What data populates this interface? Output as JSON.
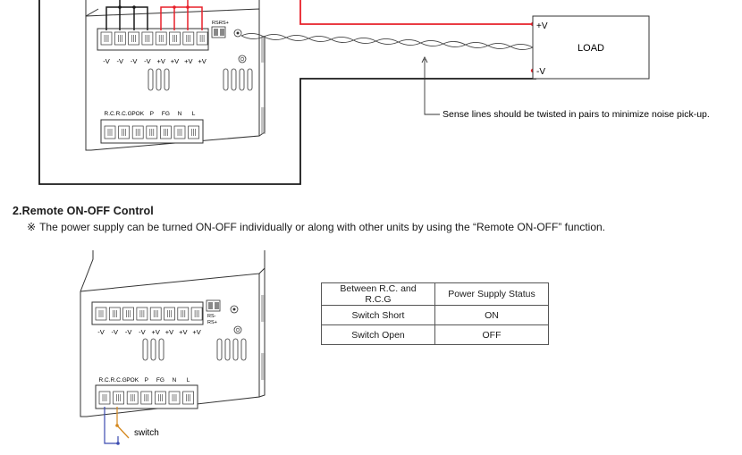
{
  "top_diagram": {
    "terminal_labels": [
      "-V",
      "-V",
      "-V",
      "-V",
      "+V",
      "+V",
      "+V",
      "+V"
    ],
    "sense_labels": [
      "RS-",
      "RS+"
    ],
    "input_terminal_labels": [
      "R.C.",
      "R.C.G",
      "POK",
      "P",
      "FG",
      "N",
      "L"
    ],
    "load_label": "LOAD",
    "load_pos_label": "+V",
    "load_neg_label": "-V",
    "sense_note": "Sense lines should be twisted in pairs to minimize noise pick-up.",
    "colors": {
      "pos_wire": "#e8202a",
      "neg_wire": "#1a1a1a",
      "outline": "#333333"
    }
  },
  "section": {
    "title": "2.Remote ON-OFF Control",
    "mark": "※",
    "description": "The power supply can be turned ON-OFF individually or along with other units by using the “Remote ON-OFF” function."
  },
  "bottom_diagram": {
    "terminal_labels": [
      "-V",
      "-V",
      "-V",
      "-V",
      "+V",
      "+V",
      "+V",
      "+V"
    ],
    "sense_labels": [
      "RS-",
      "RS+"
    ],
    "input_terminal_labels": [
      "R.C.",
      "R.C.G",
      "POK",
      "P",
      "FG",
      "N",
      "L"
    ],
    "switch_label": "switch",
    "colors": {
      "switch_wire": "#d4881e",
      "rc_wire": "#3b4bb0"
    }
  },
  "table": {
    "headers": [
      "Between R.C. and R.C.G",
      "Power Supply Status"
    ],
    "rows": [
      [
        "Switch Short",
        "ON"
      ],
      [
        "Switch Open",
        "OFF"
      ]
    ]
  }
}
